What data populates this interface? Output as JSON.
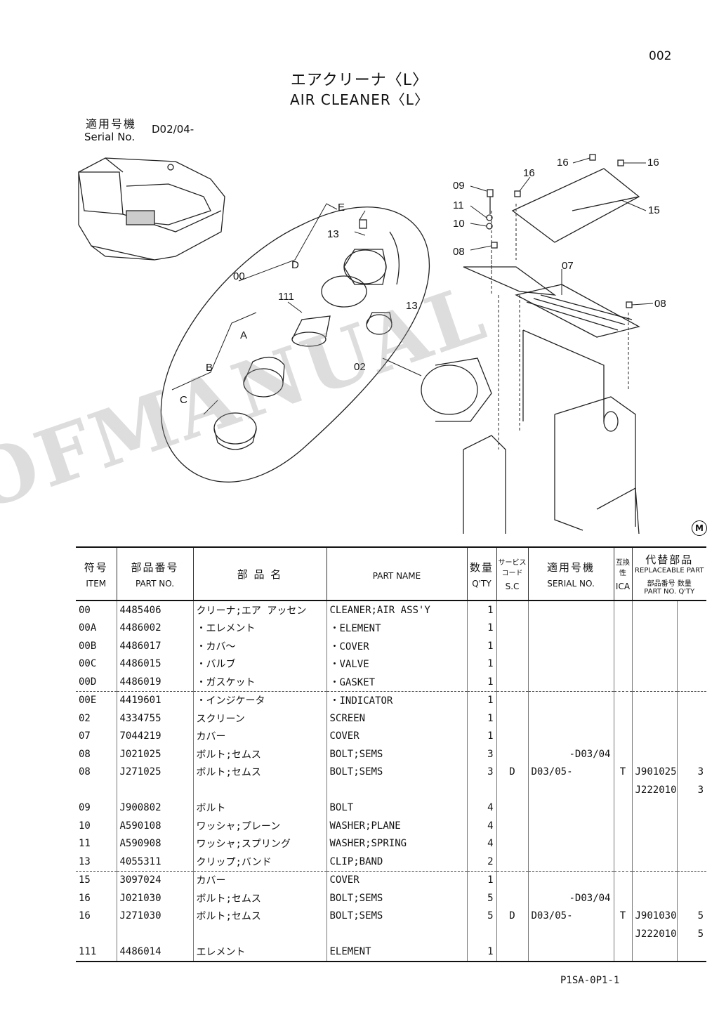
{
  "page_number": "002",
  "title_jp": "エアクリーナ〈L〉",
  "title_en": "AIR CLEANER〈L〉",
  "serial_label_jp": "適用号機",
  "serial_label_en": "Serial No.",
  "serial_value": "D02/04-",
  "watermark": "OFMANUAL",
  "manual_mark": "M",
  "callouts": {
    "c00": "00",
    "cA": "A",
    "cB": "B",
    "cC": "C",
    "cD": "D",
    "cE": "E",
    "c111": "111",
    "c02": "02",
    "c13a": "13",
    "c13b": "13",
    "c09": "09",
    "c11": "11",
    "c10": "10",
    "c08a": "08",
    "c08b": "08",
    "c07": "07",
    "c15": "15",
    "c16a": "16",
    "c16b": "16",
    "c16c": "16"
  },
  "table_header": {
    "item_jp": "符号",
    "item_en": "ITEM",
    "partno_jp": "部品番号",
    "partno_en": "PART NO.",
    "name_jp": "部 品 名",
    "name_en": "PART NAME",
    "qty_jp": "数量",
    "qty_en": "Q'TY",
    "sc_jp": "サービスコード",
    "sc_en": "S.C",
    "serial_jp": "適用号機",
    "serial_en": "SERIAL NO.",
    "ica_jp": "互換性",
    "ica_en": "ICA",
    "repl_jp": "代替部品",
    "repl_en": "REPLACEABLE PART",
    "repl_partno_jp": "部品番号",
    "repl_partno_en": "PART NO.",
    "repl_qty_jp": "数量",
    "repl_qty_en": "Q'TY"
  },
  "rows": [
    {
      "item": "00",
      "part_no": "4485406",
      "name_jp": "クリーナ;エア アッセン",
      "name_en": "CLEANER;AIR ASS'Y",
      "qty": "1",
      "sc": "",
      "serial": "",
      "ica": "",
      "rpart": "",
      "rqty": ""
    },
    {
      "item": "00A",
      "part_no": "4486002",
      "name_jp": "・エレメント",
      "name_en": "・ELEMENT",
      "qty": "1",
      "sc": "",
      "serial": "",
      "ica": "",
      "rpart": "",
      "rqty": ""
    },
    {
      "item": "00B",
      "part_no": "4486017",
      "name_jp": "・カバ～",
      "name_en": "・COVER",
      "qty": "1",
      "sc": "",
      "serial": "",
      "ica": "",
      "rpart": "",
      "rqty": ""
    },
    {
      "item": "00C",
      "part_no": "4486015",
      "name_jp": "・バルブ",
      "name_en": "・VALVE",
      "qty": "1",
      "sc": "",
      "serial": "",
      "ica": "",
      "rpart": "",
      "rqty": ""
    },
    {
      "item": "00D",
      "part_no": "4486019",
      "name_jp": "・ガスケット",
      "name_en": "・GASKET",
      "qty": "1",
      "sc": "",
      "serial": "",
      "ica": "",
      "rpart": "",
      "rqty": ""
    },
    {
      "item": "00E",
      "part_no": "4419601",
      "name_jp": "・インジケータ",
      "name_en": "・INDICATOR",
      "qty": "1",
      "sc": "",
      "serial": "",
      "ica": "",
      "rpart": "",
      "rqty": ""
    },
    {
      "item": "02",
      "part_no": "4334755",
      "name_jp": "スクリーン",
      "name_en": "SCREEN",
      "qty": "1",
      "sc": "",
      "serial": "",
      "ica": "",
      "rpart": "",
      "rqty": ""
    },
    {
      "item": "07",
      "part_no": "7044219",
      "name_jp": "カバー",
      "name_en": "COVER",
      "qty": "1",
      "sc": "",
      "serial": "",
      "ica": "",
      "rpart": "",
      "rqty": ""
    },
    {
      "item": "08",
      "part_no": "J021025",
      "name_jp": "ボルト;セムス",
      "name_en": "BOLT;SEMS",
      "qty": "3",
      "sc": "",
      "serial": "-D03/04",
      "ica": "",
      "rpart": "",
      "rqty": ""
    },
    {
      "item": "08",
      "part_no": "J271025",
      "name_jp": "ボルト;セムス",
      "name_en": "BOLT;SEMS",
      "qty": "3",
      "sc": "D",
      "serial": "D03/05-",
      "ica": "T",
      "rpart": "J901025",
      "rqty": "3"
    },
    {
      "item": "",
      "part_no": "",
      "name_jp": "",
      "name_en": "",
      "qty": "",
      "sc": "",
      "serial": "",
      "ica": "",
      "rpart": "J222010",
      "rqty": "3"
    },
    {
      "item": "09",
      "part_no": "J900802",
      "name_jp": "ボルト",
      "name_en": "BOLT",
      "qty": "4",
      "sc": "",
      "serial": "",
      "ica": "",
      "rpart": "",
      "rqty": ""
    },
    {
      "item": "10",
      "part_no": "A590108",
      "name_jp": "ワッシャ;プレーン",
      "name_en": "WASHER;PLANE",
      "qty": "4",
      "sc": "",
      "serial": "",
      "ica": "",
      "rpart": "",
      "rqty": ""
    },
    {
      "item": "11",
      "part_no": "A590908",
      "name_jp": "ワッシャ;スプリング",
      "name_en": "WASHER;SPRING",
      "qty": "4",
      "sc": "",
      "serial": "",
      "ica": "",
      "rpart": "",
      "rqty": ""
    },
    {
      "item": "13",
      "part_no": "4055311",
      "name_jp": "クリップ;バンド",
      "name_en": "CLIP;BAND",
      "qty": "2",
      "sc": "",
      "serial": "",
      "ica": "",
      "rpart": "",
      "rqty": ""
    },
    {
      "item": "15",
      "part_no": "3097024",
      "name_jp": "カバー",
      "name_en": "COVER",
      "qty": "1",
      "sc": "",
      "serial": "",
      "ica": "",
      "rpart": "",
      "rqty": ""
    },
    {
      "item": "16",
      "part_no": "J021030",
      "name_jp": "ボルト;セムス",
      "name_en": "BOLT;SEMS",
      "qty": "5",
      "sc": "",
      "serial": "-D03/04",
      "ica": "",
      "rpart": "",
      "rqty": ""
    },
    {
      "item": "16",
      "part_no": "J271030",
      "name_jp": "ボルト;セムス",
      "name_en": "BOLT;SEMS",
      "qty": "5",
      "sc": "D",
      "serial": "D03/05-",
      "ica": "T",
      "rpart": "J901030",
      "rqty": "5"
    },
    {
      "item": "",
      "part_no": "",
      "name_jp": "",
      "name_en": "",
      "qty": "",
      "sc": "",
      "serial": "",
      "ica": "",
      "rpart": "J222010",
      "rqty": "5"
    },
    {
      "item": "111",
      "part_no": "4486014",
      "name_jp": "エレメント",
      "name_en": "ELEMENT",
      "qty": "1",
      "sc": "",
      "serial": "",
      "ica": "",
      "rpart": "",
      "rqty": ""
    }
  ],
  "separator_rows": [
    5,
    15
  ],
  "footer_code": "P1SA-0P1-1"
}
